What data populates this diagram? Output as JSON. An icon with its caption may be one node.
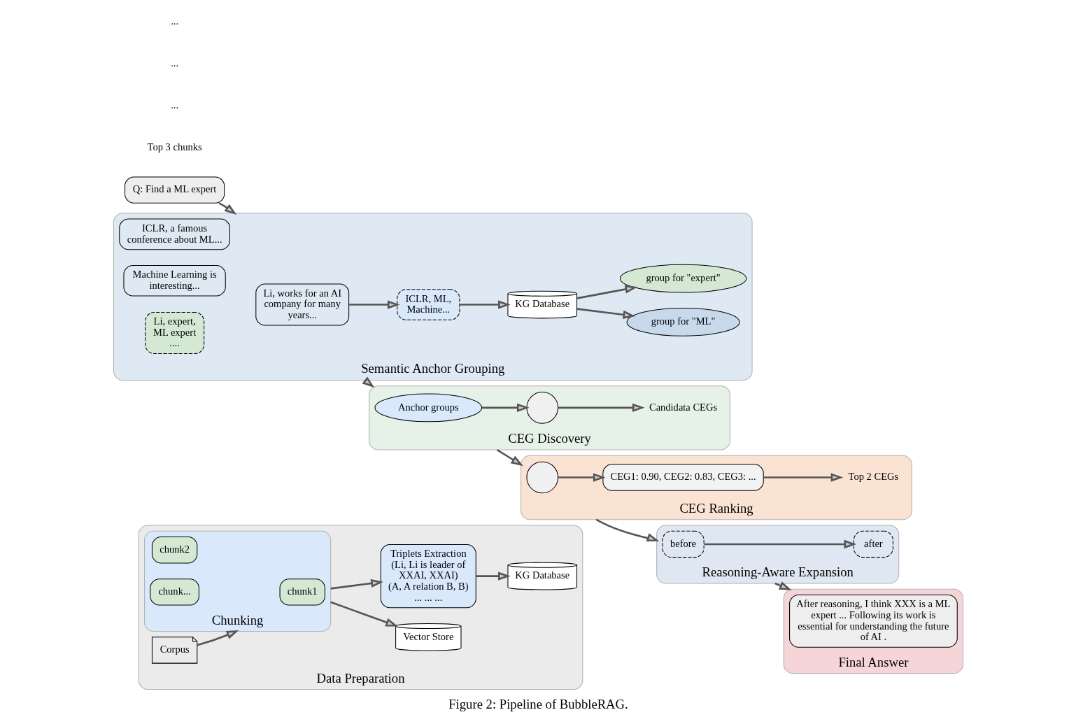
{
  "diagram": {
    "caption": "Figure 2: Pipeline of BubbleRAG.",
    "nodes": [
      {
        "text": [
          "Data Preparation"
        ]
      },
      {
        "text": [
          "Corpus"
        ],
        "in": 0
      },
      {
        "text": [
          "Chunking"
        ],
        "in": 0
      },
      {
        "text": [
          "chunk1"
        ],
        "in": 2
      },
      {
        "text": [
          "chunk2"
        ],
        "in": 2
      },
      {
        "text": [
          "chunk..."
        ],
        "in": 2
      },
      {
        "text": [
          "Vector Store"
        ],
        "in": 0
      },
      {
        "text": [
          "Triplets Extraction",
          "(Li, Li is leader of XXAI, XXAI)",
          "(A, A relation B, B)",
          "... ... ..."
        ],
        "in": 0
      },
      {
        "text": [
          "KG Database"
        ],
        "in": 0
      },
      {
        "text": [
          "Q: Find a ML expert"
        ]
      },
      {
        "text": [
          "Semantic Anchor Grouping"
        ]
      },
      {
        "text": [
          "Li, works for an AI company for many years..."
        ],
        "in": 10
      },
      {
        "text": [
          "ICLR, a famous conference about ML..."
        ],
        "in": 10
      },
      {
        "text": [
          "Machine Learning is  interesting..."
        ],
        "in": 10
      },
      {
        "text": [
          "ICLR, ML, Machine..."
        ],
        "in": 10
      },
      {
        "text": [
          "Li, expert, ML expert ...."
        ],
        "in": 10
      },
      {
        "text": [
          "KG Database"
        ],
        "in": 10
      },
      {
        "text": [
          "group for \"ML\""
        ],
        "in": 10
      },
      {
        "text": [
          "group for \"expert\""
        ],
        "in": 10
      },
      {
        "text": [
          "CEG Discovery"
        ]
      },
      {
        "text": [
          "Anchor groups"
        ],
        "in": 19
      },
      {
        "text": [],
        "shape": "circle",
        "in": 19
      },
      {
        "text": [
          "Candidata CEGs"
        ],
        "in": 19
      },
      {
        "text": [
          "CEG Ranking"
        ]
      },
      {
        "text": [],
        "shape": "circle",
        "in": 23
      },
      {
        "text": [
          "CEG1: 0.90, CEG2: 0.83, CEG3: ..."
        ],
        "in": 23
      },
      {
        "text": [
          "Top 2 CEGs"
        ],
        "in": 23
      },
      {
        "text": [
          "Reasoning-Aware Expansion"
        ]
      },
      {
        "text": [
          "before"
        ],
        "in": 27
      },
      {
        "text": [
          "after"
        ],
        "in": 27
      },
      {
        "text": [
          "Final Answer"
        ]
      },
      {
        "text": [
          "After reasoning, I think XXX is a ML expert ... Following its work is essential for understanding the future of AI ."
        ],
        "in": 30
      }
    ],
    "edges": [
      {
        "from": 1,
        "to": 2,
        "arrow": "to"
      },
      {
        "from": 2,
        "to": 6,
        "arrow": "to"
      },
      {
        "from": 2,
        "to": 7,
        "arrow": "to"
      },
      {
        "from": 7,
        "to": 8,
        "arrow": "to"
      },
      {
        "from": 9,
        "to": 10,
        "arrow": "to"
      },
      {
        "from": 11,
        "to": 14,
        "arrow": "to"
      },
      {
        "from": 14,
        "to": 16,
        "arrow": "to"
      },
      {
        "from": 16,
        "to": 17,
        "arrow": "to"
      },
      {
        "from": 16,
        "to": 18,
        "arrow": "to"
      },
      {
        "from": 10,
        "to": 19,
        "arrow": "to"
      },
      {
        "from": 20,
        "to": 21,
        "arrow": "to"
      },
      {
        "from": 21,
        "to": 22,
        "arrow": "to"
      },
      {
        "from": 19,
        "to": 23,
        "arrow": "to"
      },
      {
        "from": 24,
        "to": 25,
        "arrow": "to"
      },
      {
        "from": 25,
        "to": 26,
        "arrow": "to"
      },
      {
        "from": 23,
        "to": 27,
        "arrow": "to"
      },
      {
        "from": 28,
        "to": 29,
        "arrow": "to"
      },
      {
        "from": 27,
        "to": 30,
        "arrow": "to"
      }
    ],
    "labels": [
      "Top 3 chunks",
      "...",
      "...",
      "..."
    ]
  }
}
